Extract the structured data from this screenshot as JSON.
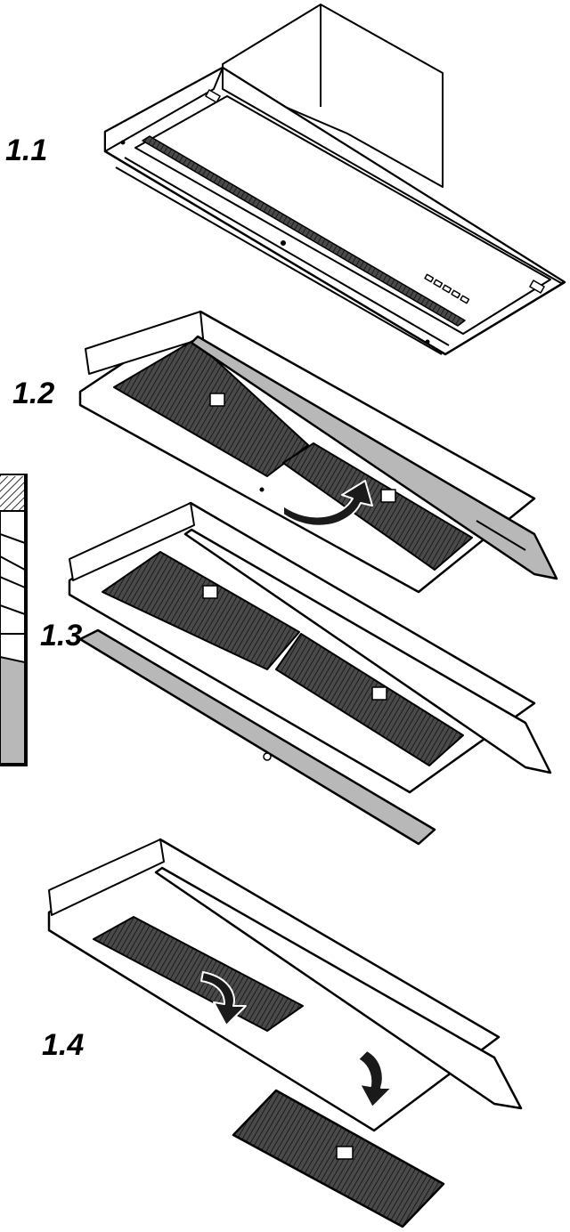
{
  "steps": [
    {
      "id": "1.1",
      "label": "1.1"
    },
    {
      "id": "1.2",
      "label": "1.2"
    },
    {
      "id": "1.3",
      "label": "1.3"
    },
    {
      "id": "1.4",
      "label": "1.4"
    }
  ],
  "colors": {
    "line": "#000000",
    "panel_fill": "#ffffff",
    "filter_mesh": "#3a3a3a",
    "cover_grey": "#b8b8b8",
    "arrow_fill": "#1a1a1a"
  },
  "icons": [
    "rotate-arrow-icon",
    "drop-arrow-icon",
    "filter-latch-icon"
  ]
}
